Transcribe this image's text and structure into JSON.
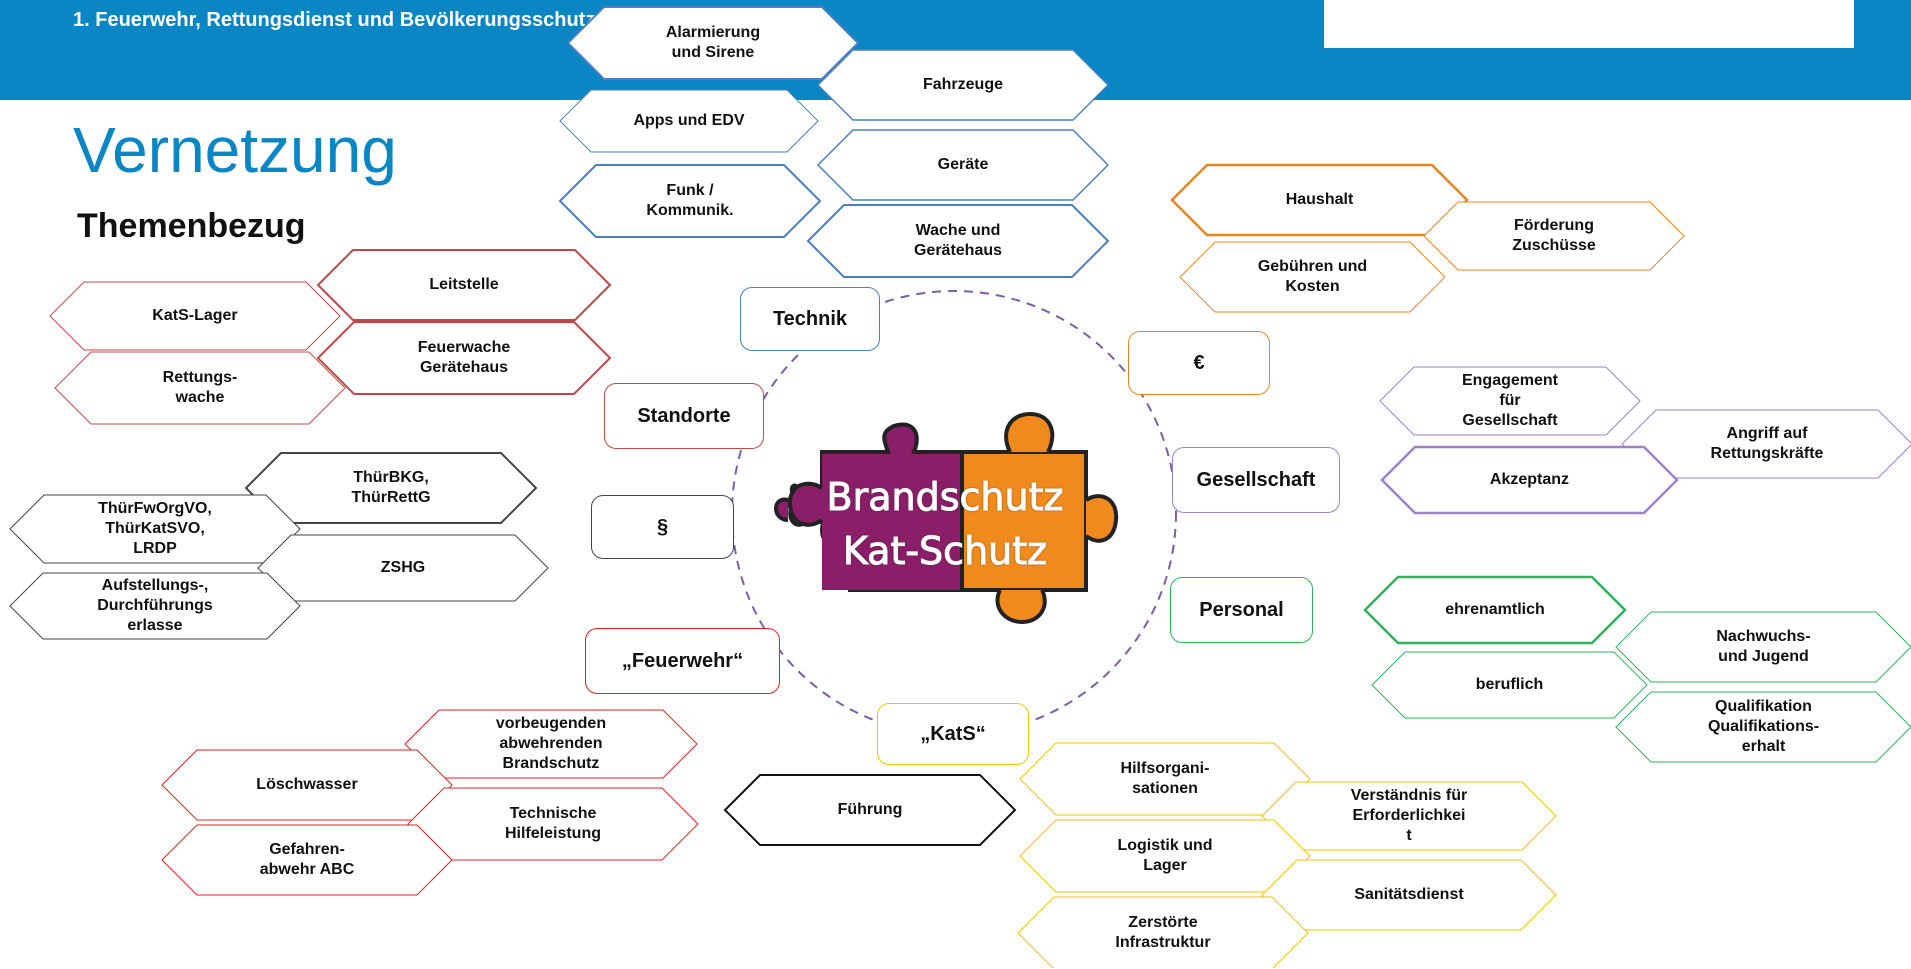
{
  "header": {
    "title": "1. Feuerwehr, Rettungsdienst und Bevölkerungsschutz als vernetztes System"
  },
  "main_title": "Vernetzung",
  "sub_title": "Themenbezug",
  "center": {
    "line1": "Brandschutz",
    "line2": "Kat-Schutz"
  },
  "colors": {
    "header": "#0a86c4",
    "technik": "#4a7fc1",
    "finanzen": "#e7861f",
    "gesellschaft": "#9b82c9",
    "personal": "#2fb25a",
    "kats": "#f2c300",
    "feuerwehr": "#e02020",
    "standorte": "#c04848",
    "recht": "#444444"
  },
  "hubs": [
    {
      "id": "technik",
      "label": "Technik"
    },
    {
      "id": "euro",
      "label": "€"
    },
    {
      "id": "standorte",
      "label": "Standorte"
    },
    {
      "id": "gesellschaft",
      "label": "Gesellschaft"
    },
    {
      "id": "paragraph",
      "label": "§"
    },
    {
      "id": "personal",
      "label": "Personal"
    },
    {
      "id": "feuerwehr",
      "label": "„Feuerwehr“"
    },
    {
      "id": "kats",
      "label": "„KatS“"
    }
  ],
  "hexagons": [
    {
      "id": "alarmierung",
      "label": "Alarmierung\nund Sirene"
    },
    {
      "id": "fahrzeuge",
      "label": "Fahrzeuge"
    },
    {
      "id": "apps",
      "label": "Apps und EDV"
    },
    {
      "id": "geraete",
      "label": "Geräte"
    },
    {
      "id": "funk",
      "label": "Funk /\nKommunik."
    },
    {
      "id": "wache",
      "label": "Wache und\nGerätehaus"
    },
    {
      "id": "haushalt",
      "label": "Haushalt"
    },
    {
      "id": "foerderung",
      "label": "Förderung\nZuschüsse"
    },
    {
      "id": "gebuehren",
      "label": "Gebühren und\nKosten"
    },
    {
      "id": "leitstelle",
      "label": "Leitstelle"
    },
    {
      "id": "katslager",
      "label": "KatS-Lager"
    },
    {
      "id": "feuerwache",
      "label": "Feuerwache\nGerätehaus"
    },
    {
      "id": "rettungswache",
      "label": "Rettungs-\nwache"
    },
    {
      "id": "engagement",
      "label": "Engagement\nfür\nGesellschaft"
    },
    {
      "id": "angriff",
      "label": "Angriff auf\nRettungskräfte"
    },
    {
      "id": "akzeptanz",
      "label": "Akzeptanz"
    },
    {
      "id": "thuerbkg",
      "label": "ThürBKG,\nThürRettG"
    },
    {
      "id": "thuerfw",
      "label": "ThürFwOrgVO,\nThürKatSVO,\nLRDP"
    },
    {
      "id": "zshg",
      "label": "ZSHG"
    },
    {
      "id": "aufstellung",
      "label": "Aufstellungs-,\nDurchführungs\nerlasse"
    },
    {
      "id": "ehrenamt",
      "label": "ehrenamtlich"
    },
    {
      "id": "nachwuchs",
      "label": "Nachwuchs-\nund Jugend"
    },
    {
      "id": "beruflich",
      "label": "beruflich"
    },
    {
      "id": "qualifikation",
      "label": "Qualifikation\nQualifikations-\nerhalt"
    },
    {
      "id": "vorbeugend",
      "label": "vorbeugenden\nabwehrenden\nBrandschutz"
    },
    {
      "id": "loeschwasser",
      "label": "Löschwasser"
    },
    {
      "id": "technische",
      "label": "Technische\nHilfeleistung"
    },
    {
      "id": "gefahren",
      "label": "Gefahren-\nabwehr ABC"
    },
    {
      "id": "fuehrung",
      "label": "Führung"
    },
    {
      "id": "hilfsorg",
      "label": "Hilfsorgani-\nsationen"
    },
    {
      "id": "verstaendnis",
      "label": "Verständnis für\nErforderlichkei\nt"
    },
    {
      "id": "logistik",
      "label": "Logistik und\nLager"
    },
    {
      "id": "sanitaet",
      "label": "Sanitätsdienst"
    },
    {
      "id": "zerstoert",
      "label": "Zerstörte\nInfrastruktur"
    }
  ]
}
